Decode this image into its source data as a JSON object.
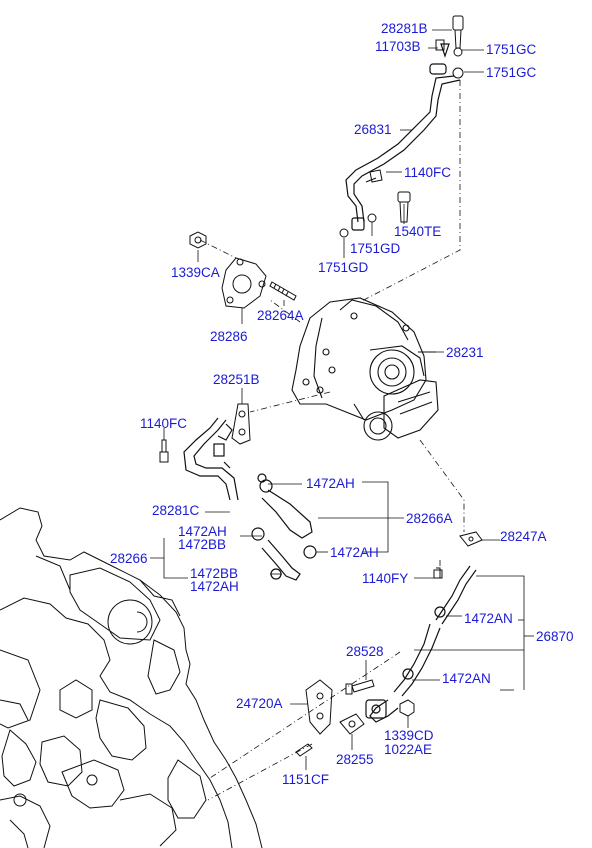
{
  "labels": {
    "p28281B": "28281B",
    "p11703B": "11703B",
    "p1751GC_a": "1751GC",
    "p1751GC_b": "1751GC",
    "p26831": "26831",
    "p1140FC_top": "1140FC",
    "p1540TE": "1540TE",
    "p1751GD_a": "1751GD",
    "p1751GD_b": "1751GD",
    "p1339CA": "1339CA",
    "p28286": "28286",
    "p28264A": "28264A",
    "p28231": "28231",
    "p28251B": "28251B",
    "p1140FC_mid": "1140FC",
    "p1472AH_a": "1472AH",
    "p28281C": "28281C",
    "p28266A": "28266A",
    "p1472AH_b": "1472AH",
    "p1472BB_a": "1472BB",
    "p28266": "28266",
    "p1472AH_c": "1472AH",
    "p1472BB_b": "1472BB",
    "p1472AH_d": "1472AH",
    "p28247A": "28247A",
    "p1140FY": "1140FY",
    "p1472AN_a": "1472AN",
    "p26870": "26870",
    "p28528": "28528",
    "p1472AN_b": "1472AN",
    "p24720A": "24720A",
    "p1339CD": "1339CD",
    "p1022AE": "1022AE",
    "p28255": "28255",
    "p1151CF": "1151CF"
  },
  "colors": {
    "label": "#1b1bd6",
    "line": "#111111"
  }
}
